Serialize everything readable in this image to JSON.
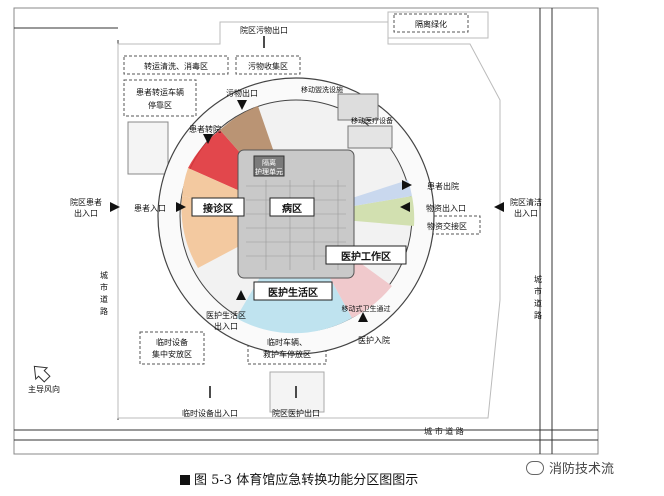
{
  "caption": {
    "text": "图 5-3 体育馆应急转换功能分区图图示"
  },
  "watermark": {
    "text": "消防技术流"
  },
  "zones": {
    "isolation_green": "隔离绿化",
    "waste_exit": "院区污物出口",
    "transfer_clean": "转运清洗、消毒区",
    "waste_collect": "污物收集区",
    "patient_vehicle": "患者转运车辆\n停靠区",
    "waste_out": "污物出口",
    "mobile_wash": "移动盥洗设施",
    "mobile_medical": "移动医疗设备",
    "patient_transfer": "患者转院",
    "isolation_unit": "隔离\n护理单元",
    "reception": "接诊区",
    "ward": "病区",
    "medical_work": "医护工作区",
    "staff_living": "医护生活区",
    "patient_discharge": "患者出院",
    "supply_entrance": "物资出入口",
    "supply_exchange": "物资交接区",
    "patient_entrance": "患者入口",
    "hospital_patient_gate": "院区患者\n出入口",
    "hospital_clean_gate": "院区清洁\n出入口",
    "mobile_sanitary": "移动式卫生通过",
    "staff_entrance": "医护入院",
    "staff_living_gate": "医护生活区\n出入口",
    "temp_equipment": "临时设备\n集中安放区",
    "temp_vehicle": "临时车辆、\n救护车停放区",
    "temp_equip_gate": "临时设备出入口",
    "staff_gate": "院区医护出口",
    "wind": "主导风向",
    "city_road_left": "城\n市\n道\n路",
    "city_road_right": "城\n市\n道\n路",
    "city_road_bottom": "城 市 道 路"
  },
  "colors": {
    "reception": "#f3c9a0",
    "isolation": "#e0343a",
    "transfer": "#b48a66",
    "ward": "#c9c9c9",
    "living": "#bfe3ef",
    "medical": "#e6e6e6",
    "supply": "#d2e0b0",
    "sanitary": "#f0c9cc"
  }
}
